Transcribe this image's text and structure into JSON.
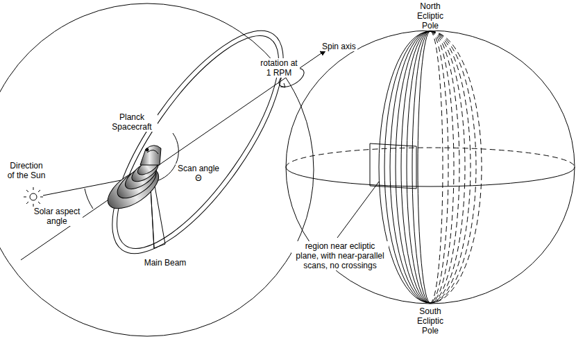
{
  "diagram": {
    "labels": [
      "Spin axis",
      "rotation at 1 RPM",
      "Planck Spacecraft",
      "Scan angle Θ",
      "Direction of the Sun",
      "Solar aspect angle",
      "Main Beam",
      "North Ecliptic Pole",
      "South Ecliptic Pole",
      "region near ecliptic plane, with near-parallel scans, no crossings"
    ]
  }
}
